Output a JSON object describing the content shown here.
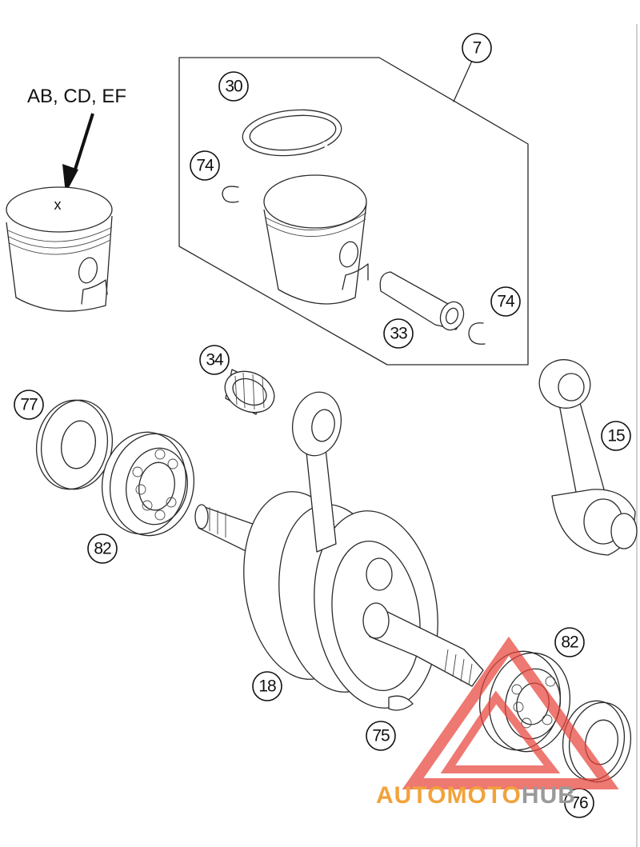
{
  "diagram": {
    "variant_note": "AB, CD, EF",
    "piston_mark": "x",
    "callouts": {
      "kit": "7",
      "piston_ring": "30",
      "circlip_top": "74",
      "circlip_bottom": "74",
      "piston_pin": "33",
      "needle_bearing": "34",
      "con_rod": "15",
      "seal_left": "77",
      "bearing_left": "82",
      "crankshaft": "18",
      "bearing_right": "82",
      "woodruff_key": "75",
      "seal_right": "76"
    }
  },
  "watermark": {
    "brand_orange": "AUTOMOTO",
    "brand_grey": "HUB",
    "colors": {
      "triangle": "#e8453c",
      "orange": "#f2a23a",
      "grey": "#9a9a9a"
    }
  }
}
